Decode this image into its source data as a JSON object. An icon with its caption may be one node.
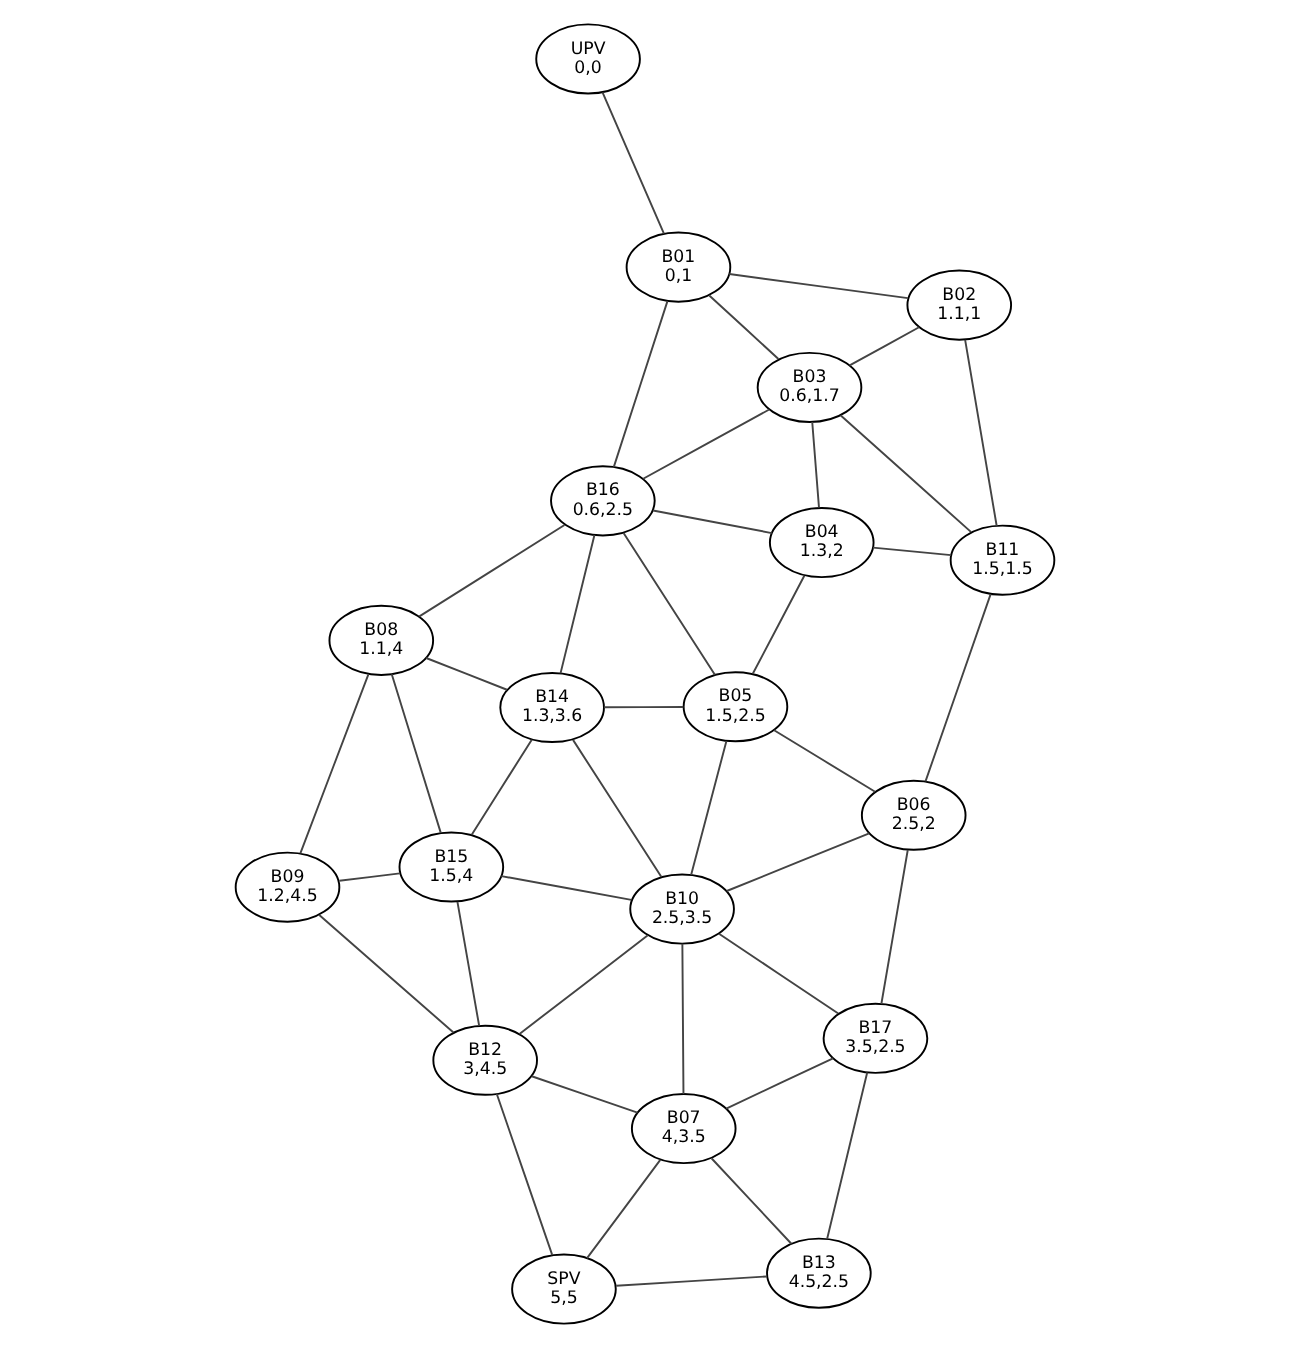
{
  "diagram": {
    "nodes": [
      {
        "text": [
          "SPV",
          "5,5"
        ]
      },
      {
        "text": [
          "B09",
          "1.2,4.5"
        ]
      },
      {
        "text": [
          "B12",
          "3,4.5"
        ]
      },
      {
        "text": [
          "B08",
          "1.1,4"
        ]
      },
      {
        "text": [
          "B15",
          "1.5,4"
        ]
      },
      {
        "text": [
          "B14",
          "1.3,3.6"
        ]
      },
      {
        "text": [
          "B10",
          "2.5,3.5"
        ]
      },
      {
        "text": [
          "B07",
          "4,3.5"
        ]
      },
      {
        "text": [
          "B16",
          "0.6,2.5"
        ]
      },
      {
        "text": [
          "B05",
          "1.5,2.5"
        ]
      },
      {
        "text": [
          "B17",
          "3.5,2.5"
        ]
      },
      {
        "text": [
          "B13",
          "4.5,2.5"
        ]
      },
      {
        "text": [
          "B04",
          "1.3,2"
        ]
      },
      {
        "text": [
          "B06",
          "2.5,2"
        ]
      },
      {
        "text": [
          "B03",
          "0.6,1.7"
        ]
      },
      {
        "text": [
          "B11",
          "1.5,1.5"
        ]
      },
      {
        "text": [
          "B01",
          "0,1"
        ]
      },
      {
        "text": [
          "B02",
          "1.1,1"
        ]
      },
      {
        "text": [
          "UPV",
          "0,0"
        ]
      }
    ],
    "edges": [
      {
        "from": 1,
        "to": 2,
        "arrow": "none"
      },
      {
        "from": 1,
        "to": 3,
        "arrow": "none"
      },
      {
        "from": 1,
        "to": 4,
        "arrow": "none"
      },
      {
        "from": 2,
        "to": 0,
        "arrow": "none"
      },
      {
        "from": 2,
        "to": 4,
        "arrow": "none"
      },
      {
        "from": 2,
        "to": 6,
        "arrow": "none"
      },
      {
        "from": 2,
        "to": 7,
        "arrow": "none"
      },
      {
        "from": 0,
        "to": 7,
        "arrow": "none"
      },
      {
        "from": 0,
        "to": 11,
        "arrow": "none"
      },
      {
        "from": 3,
        "to": 4,
        "arrow": "none"
      },
      {
        "from": 3,
        "to": 5,
        "arrow": "none"
      },
      {
        "from": 3,
        "to": 8,
        "arrow": "none"
      },
      {
        "from": 4,
        "to": 5,
        "arrow": "none"
      },
      {
        "from": 4,
        "to": 6,
        "arrow": "none"
      },
      {
        "from": 5,
        "to": 6,
        "arrow": "none"
      },
      {
        "from": 5,
        "to": 8,
        "arrow": "none"
      },
      {
        "from": 5,
        "to": 9,
        "arrow": "none"
      },
      {
        "from": 6,
        "to": 7,
        "arrow": "none"
      },
      {
        "from": 6,
        "to": 9,
        "arrow": "none"
      },
      {
        "from": 6,
        "to": 13,
        "arrow": "none"
      },
      {
        "from": 6,
        "to": 10,
        "arrow": "none"
      },
      {
        "from": 7,
        "to": 10,
        "arrow": "none"
      },
      {
        "from": 7,
        "to": 11,
        "arrow": "none"
      },
      {
        "from": 8,
        "to": 9,
        "arrow": "none"
      },
      {
        "from": 8,
        "to": 12,
        "arrow": "none"
      },
      {
        "from": 8,
        "to": 14,
        "arrow": "none"
      },
      {
        "from": 8,
        "to": 16,
        "arrow": "none"
      },
      {
        "from": 9,
        "to": 12,
        "arrow": "none"
      },
      {
        "from": 9,
        "to": 13,
        "arrow": "none"
      },
      {
        "from": 10,
        "to": 11,
        "arrow": "none"
      },
      {
        "from": 10,
        "to": 13,
        "arrow": "none"
      },
      {
        "from": 12,
        "to": 14,
        "arrow": "none"
      },
      {
        "from": 12,
        "to": 15,
        "arrow": "none"
      },
      {
        "from": 13,
        "to": 15,
        "arrow": "none"
      },
      {
        "from": 14,
        "to": 15,
        "arrow": "none"
      },
      {
        "from": 14,
        "to": 16,
        "arrow": "none"
      },
      {
        "from": 14,
        "to": 17,
        "arrow": "none"
      },
      {
        "from": 15,
        "to": 17,
        "arrow": "none"
      },
      {
        "from": 16,
        "to": 17,
        "arrow": "none"
      },
      {
        "from": 16,
        "to": 18,
        "arrow": "none"
      }
    ]
  }
}
